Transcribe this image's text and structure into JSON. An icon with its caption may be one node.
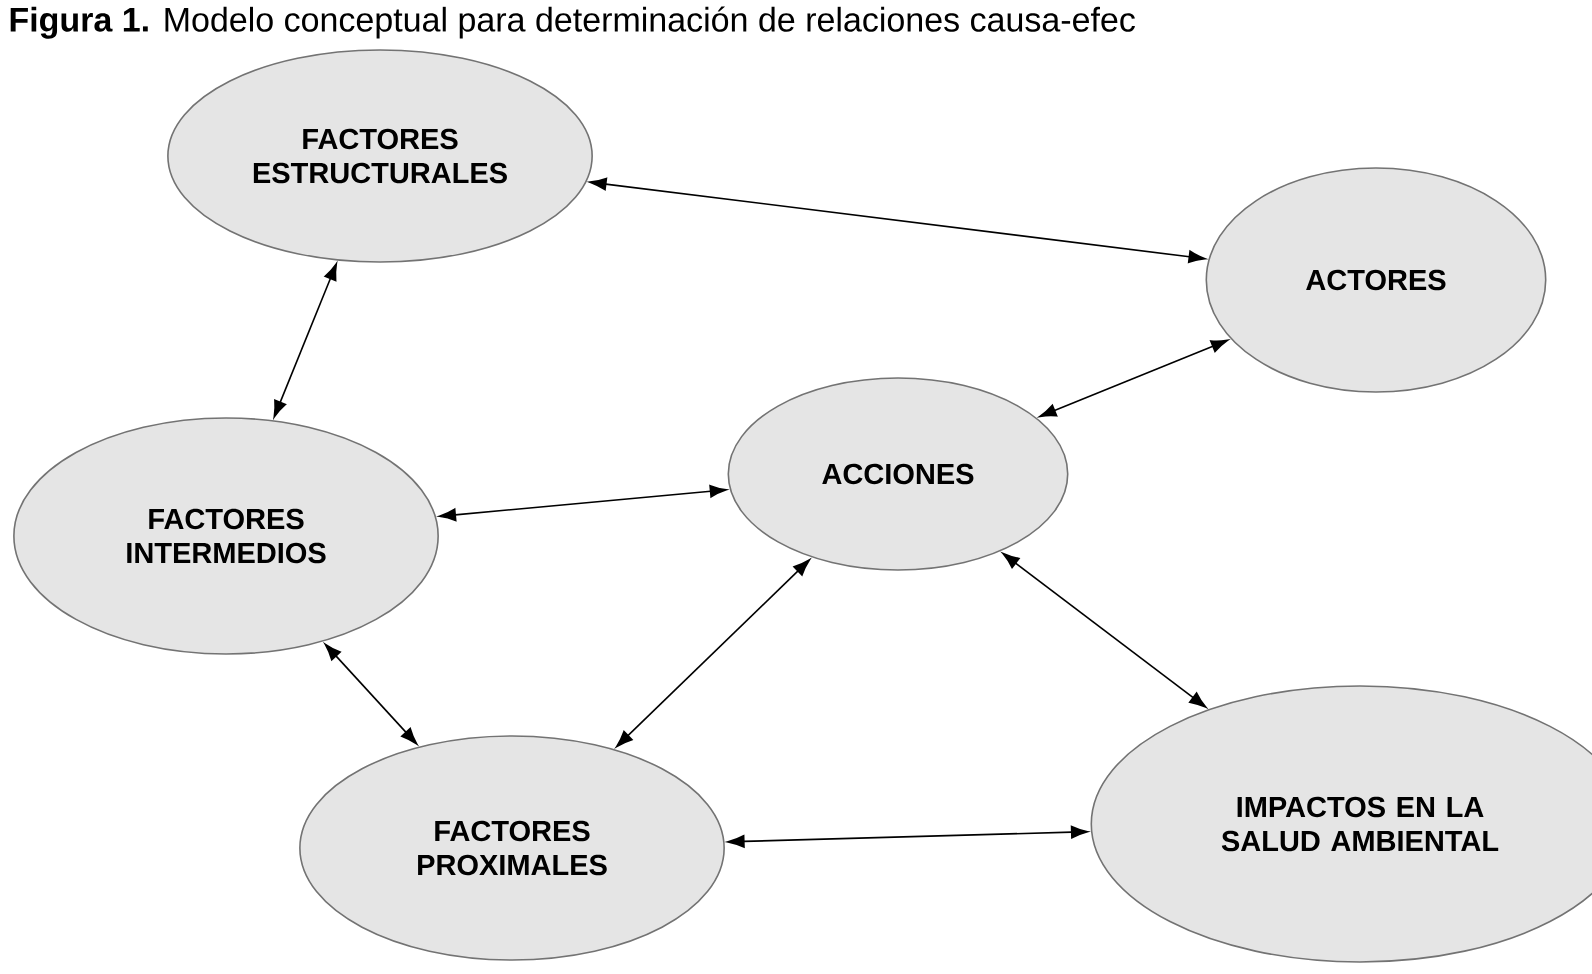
{
  "diagram": {
    "title": "**Figura 1.** Modelo conceptual para determinación de relaciones causa-efec",
    "nodes": [
      {
        "text": [
          "FACTORES ESTRUCTURALES"
        ]
      },
      {
        "text": [
          "ACTORES"
        ]
      },
      {
        "text": [
          "ACCIONES"
        ]
      },
      {
        "text": [
          "FACTORES INTERMEDIOS"
        ]
      },
      {
        "text": [
          "IMPACTOS EN LA SALUD AMBIENTAL"
        ]
      },
      {
        "text": [
          "FACTORES PROXIMALES"
        ]
      }
    ],
    "edges": [
      {
        "from": 0,
        "to": 1,
        "arrow": "both"
      },
      {
        "from": 0,
        "to": 3,
        "arrow": "both"
      },
      {
        "from": 1,
        "to": 2,
        "arrow": "both"
      },
      {
        "from": 3,
        "to": 2,
        "arrow": "both"
      },
      {
        "from": 3,
        "to": 5,
        "arrow": "both"
      },
      {
        "from": 5,
        "to": 2,
        "arrow": "both"
      },
      {
        "from": 2,
        "to": 4,
        "arrow": "both"
      },
      {
        "from": 5,
        "to": 4,
        "arrow": "both"
      }
    ]
  }
}
